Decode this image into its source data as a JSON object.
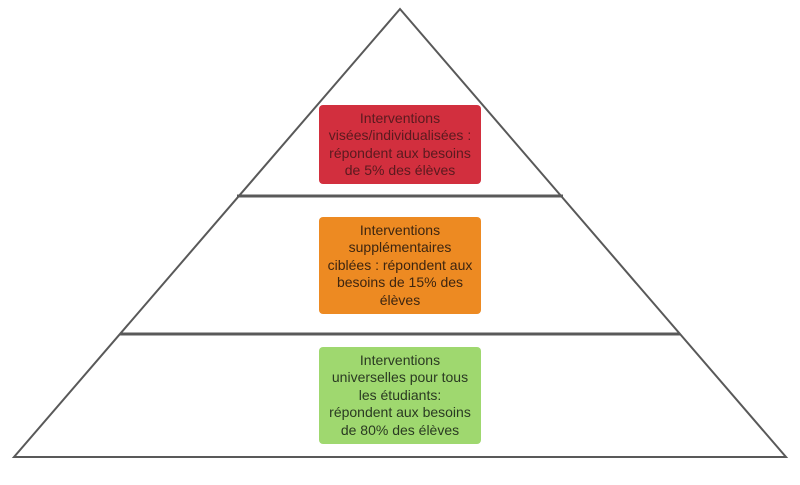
{
  "diagram": {
    "type": "pyramid",
    "outline_color": "#595959",
    "tiers": [
      {
        "level": "top",
        "lines": [
          "Interventions",
          "visées/individualisées :",
          "répondent aux besoins",
          "de 5% des élèves"
        ],
        "fill": "#d22f3e",
        "text_color": "#5a1a1f"
      },
      {
        "level": "middle",
        "lines": [
          "Interventions",
          "supplémentaires",
          "ciblées : répondent aux",
          "besoins de 15% des",
          "élèves"
        ],
        "fill": "#ed8a22",
        "text_color": "#3d2510"
      },
      {
        "level": "bottom",
        "lines": [
          "Interventions",
          "universelles pour tous",
          "les étudiants:",
          "répondent aux besoins",
          "de 80% des élèves"
        ],
        "fill": "#9fd86f",
        "text_color": "#2a3a22"
      }
    ]
  }
}
